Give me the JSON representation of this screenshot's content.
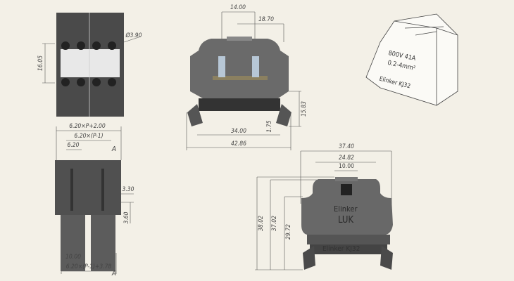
{
  "colors": {
    "background": "#f3f0e7",
    "body": "#5a5a5a",
    "dark": "#2e2e2e",
    "line": "#555555"
  },
  "view_top_left": {
    "dims": {
      "height": "16.05",
      "hole": "Ø3.90"
    }
  },
  "view_bottom_left": {
    "dims": {
      "overall": "6.20×P+2.00",
      "pitch_total": "6.20×(P-1)",
      "pitch": "6.20",
      "section_top": "A",
      "section_bottom": "A",
      "d1": "3.30",
      "d2": "3.60",
      "rail": "10.00",
      "bottom_total": "6.20×(P-1)+3.78"
    }
  },
  "view_top_center": {
    "dims": {
      "d14": "14.00",
      "d1870": "18.70",
      "h1583": "15.83",
      "d175": "1.75",
      "d34": "34.00",
      "d4286": "42.86"
    }
  },
  "view_bottom_center": {
    "dims": {
      "w3740": "37.40",
      "w2482": "24.82",
      "w1000": "10.00",
      "h3802": "38.02",
      "h3702": "37.02",
      "h2972": "29.72"
    },
    "brand": "Elinker",
    "model": "LUK",
    "foot_marking": "Elinker KJ32"
  },
  "view_iso": {
    "rating": "800V 41A",
    "wire_range": "0.2-4mm²",
    "marking": "Elinker KJ32"
  }
}
